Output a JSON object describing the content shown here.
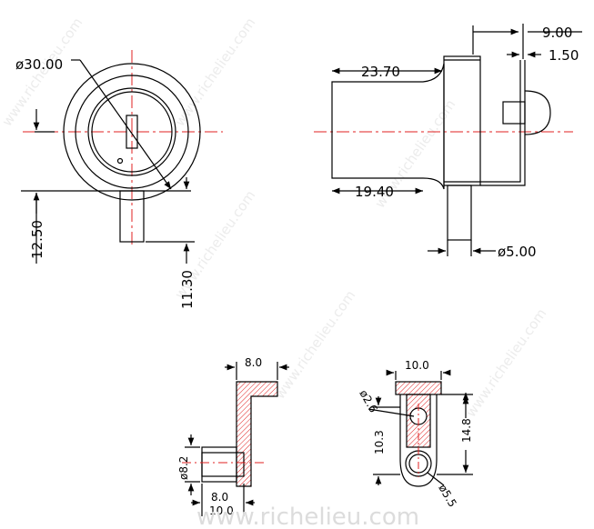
{
  "watermark": "www.richelieu.com",
  "colors": {
    "line": "#000000",
    "centerline": "#e02020",
    "section": "#e02020"
  },
  "front_view": {
    "diameter": "ø30.00",
    "height_total": "12.50",
    "pin_length": "11.30"
  },
  "side_view": {
    "length_top": "23.70",
    "length_bottom": "19.40",
    "pin_diameter": "ø5.00",
    "cam_offset": "9.00",
    "cam_thickness": "1.50"
  },
  "cam_section": {
    "width_top": "8.0",
    "diameter": "ø8.2",
    "width_bottom": "8.0",
    "width_base": "10.0"
  },
  "cam_plan": {
    "width": "10.0",
    "hole_small": "ø2.6",
    "height_inner": "10.3",
    "height_outer": "14.8",
    "hole_large": "ø5.5"
  }
}
